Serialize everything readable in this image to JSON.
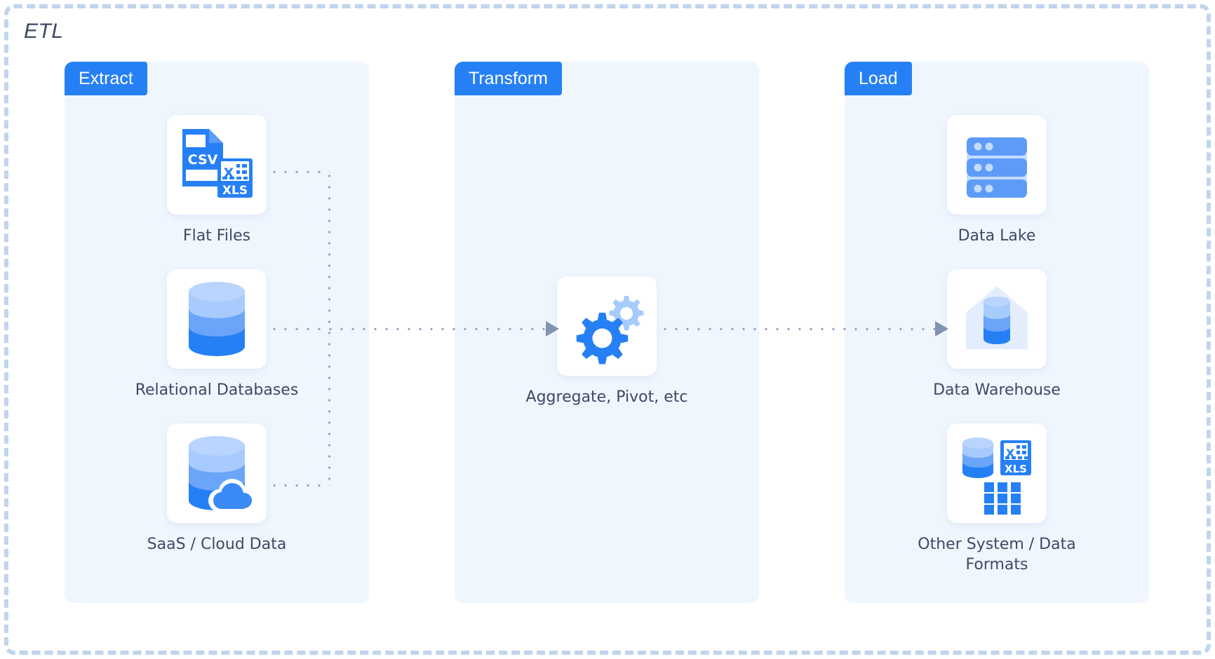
{
  "diagram": {
    "title": "ETL",
    "frame_color": "#c1d4ef",
    "accent_color": "#2680f5",
    "panel_color": "#f0f6fe",
    "label_color": "#3d4a66",
    "connector_color": "#8fa3c0"
  },
  "stages": [
    {
      "id": "extract",
      "badge": "Extract",
      "nodes": [
        {
          "id": "flat-files",
          "label": "Flat Files",
          "icon": "csv-xls-files-icon"
        },
        {
          "id": "relational-databases",
          "label": "Relational Databases",
          "icon": "database-cylinder-icon"
        },
        {
          "id": "saas-cloud-data",
          "label": "SaaS / Cloud Data",
          "icon": "cloud-database-icon"
        }
      ]
    },
    {
      "id": "transform",
      "badge": "Transform",
      "nodes": [
        {
          "id": "aggregate-pivot",
          "label": "Aggregate, Pivot, etc",
          "icon": "gears-icon"
        }
      ]
    },
    {
      "id": "load",
      "badge": "Load",
      "nodes": [
        {
          "id": "data-lake",
          "label": "Data Lake",
          "icon": "server-stack-icon"
        },
        {
          "id": "data-warehouse",
          "label": "Data Warehouse",
          "icon": "warehouse-database-icon"
        },
        {
          "id": "other-system",
          "label": "Other System / Data Formats",
          "icon": "database-xls-grid-icon"
        }
      ]
    }
  ],
  "icon_text": {
    "csv": "CSV",
    "xls": "XLS",
    "xls_small": "XLS"
  }
}
